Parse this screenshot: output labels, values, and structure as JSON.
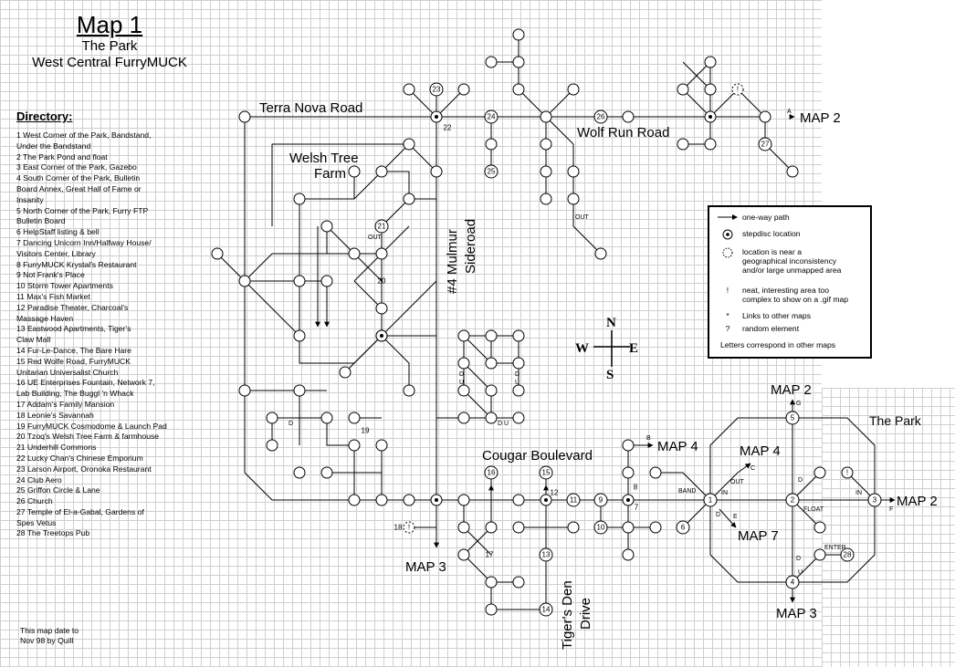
{
  "title": {
    "main": "Map 1",
    "subtitle": "The Park",
    "region": "West Central FurryMUCK"
  },
  "directory": {
    "heading": "Directory:",
    "entries": [
      "1 West Corner of the Park, Bandstand,\n   Under the Bandstand",
      "2 The Park Pond and float",
      "3 East Corner of the Park, Gazebo",
      "4 South Corner of the Park, Bulletin\n   Board Annex, Great Hall of Fame or\n   Insanity",
      "5 North Corner of the Park, Furry FTP\n   Bulletin Board",
      "6 HelpStaff listing & bell",
      "7 Dancing Unicorn Inn/Halfway House/\n   Visitors Center, Library",
      "8 FurryMUCK Krystal's Restaurant",
      "9 Not Frank's Place",
      "10 Storm Tower Apartments",
      "11 Max's Fish Market",
      "12 Paradise Theater, Charcoal's\n   Massage Haven",
      "13 Eastwood Apartments, Tiger's\n   Claw Mall",
      "14 Fur-Le-Dance, The Bare Hare",
      "15 Red Wolfe Road, FurryMUCK\n   Unitarian Universalist Church",
      "16 UE Enterprises Fountain, Network 7,\n   Lab Building, The Buggl 'n Whack",
      "17 Addam's Family Mansion",
      "18 Leonie's Savannah",
      "19 FurryMUCK Cosmodome & Launch Pad",
      "20 Tzoq's Welsh Tree Farm & farmhouse",
      "21 Underhill Commons",
      "22 Lucky Chan's Chinese Emporium",
      "23 Larson Airport, Oronoka Restaurant",
      "24 Club Aero",
      "25 Griffon Circle & Lane",
      "26 Church",
      "27 Temple of El-a-Gabal, Gardens of\n   Spes Vetus",
      "28 The Treetops Pub"
    ]
  },
  "footnote": "This map date to\nNov 98 by Quill",
  "legend": {
    "items": [
      {
        "symbol": "arrow",
        "text": "one-way path"
      },
      {
        "symbol": "stepdisc",
        "text": "stepdisc location"
      },
      {
        "symbol": "dotted-circle",
        "text": "location is near a\ngeographical inconsistency\nand/or large unmapped area"
      },
      {
        "symbol": "!",
        "text": "neat, interesting area too\ncomplex to show on a .gif map"
      },
      {
        "symbol": "*",
        "text": "Links to other maps"
      },
      {
        "symbol": "?",
        "text": "random element"
      },
      {
        "symbol": "",
        "text": "Letters correspond in other maps"
      }
    ]
  },
  "compass": {
    "n": "N",
    "s": "S",
    "e": "E",
    "w": "W"
  },
  "roads": {
    "terra_nova": "Terra Nova Road",
    "wolf_run": "Wolf Run Road",
    "mulmur_1": "#4 Mulmur",
    "mulmur_2": "Sideroad",
    "cougar": "Cougar Boulevard",
    "tigers_den_1": "Tiger's Den",
    "tigers_den_2": "Drive",
    "welsh_1": "Welsh Tree",
    "welsh_2": "Farm",
    "the_park": "The Park"
  },
  "map_links": {
    "map2_ne": "MAP 2",
    "map2_e": "MAP 2",
    "map2_n": "MAP 2",
    "map3_w": "MAP 3",
    "map3_s": "MAP 3",
    "map4_top": "MAP 4",
    "map4_park": "MAP 4",
    "map7": "MAP 7"
  },
  "map_link_letters": {
    "a": "A",
    "b": "B",
    "c": "C",
    "e": "E",
    "f": "F",
    "g": "G"
  },
  "small_labels": {
    "out": "OUT",
    "band": "BAND",
    "in": "IN",
    "float": "FLOAT",
    "enter": "ENTER",
    "d": "D",
    "u": "U"
  },
  "location_numbers": {
    "n1": "1",
    "n2": "2",
    "n3": "3",
    "n4": "4",
    "n5": "5",
    "n6": "6",
    "n7": "7",
    "n8": "8",
    "n9": "9",
    "n10": "10",
    "n11": "11",
    "n12": "12",
    "n13": "13",
    "n14": "14",
    "n15": "15",
    "n16": "16",
    "n17": "17",
    "n18": "18",
    "n19": "19",
    "n20": "20",
    "n21": "21",
    "n22": "22",
    "n23": "23",
    "n24": "24",
    "n25": "25",
    "n26": "26",
    "n27": "27",
    "n28": "28"
  }
}
